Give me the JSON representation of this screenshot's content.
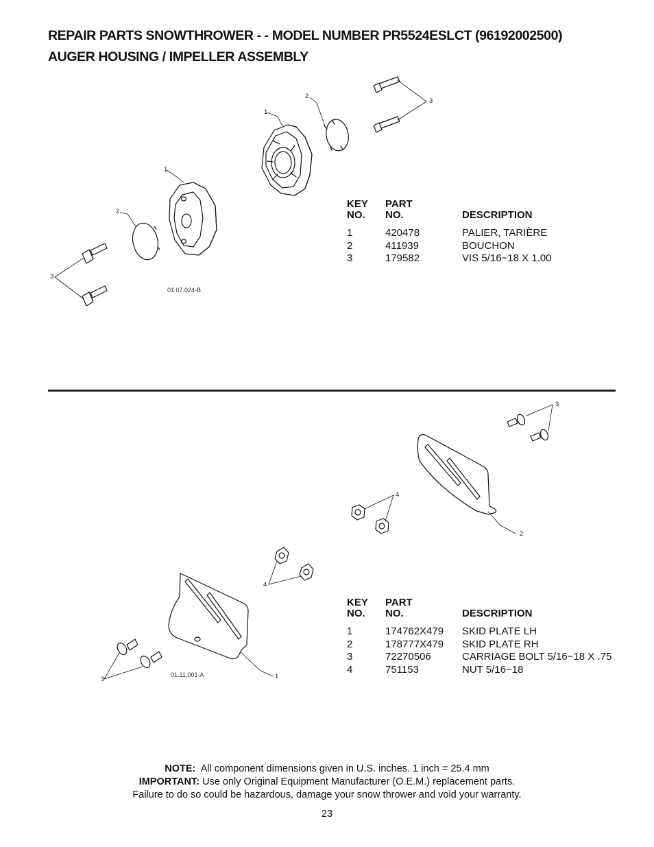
{
  "page": {
    "title_line1": "REPAIR PARTS SNOWTHROWER - - MODEL NUMBER PR5524ESLCT (96192002500)",
    "title_line2": "AUGER HOUSING / IMPELLER ASSEMBLY",
    "page_number": "23"
  },
  "section1": {
    "figure_ref": "01.07.024-B",
    "callouts": [
      "1",
      "2",
      "3",
      "1",
      "2",
      "3"
    ],
    "table": {
      "hdr_key_1": "KEY",
      "hdr_key_2": "NO.",
      "hdr_part_1": "PART",
      "hdr_part_2": "NO.",
      "hdr_desc": "DESCRIPTION",
      "rows": [
        {
          "key": "1",
          "part": "420478",
          "desc": "PALIER, TARIÈRE"
        },
        {
          "key": "2",
          "part": "411939",
          "desc": "BOUCHON"
        },
        {
          "key": "3",
          "part": "179582",
          "desc": "VIS 5/16−18 X 1.00"
        }
      ]
    }
  },
  "section2": {
    "figure_ref": "01.11.001-A",
    "callouts": [
      "3",
      "4",
      "2",
      "4",
      "3",
      "1"
    ],
    "table": {
      "hdr_key_1": "KEY",
      "hdr_key_2": "NO.",
      "hdr_part_1": "PART",
      "hdr_part_2": "NO.",
      "hdr_desc": "DESCRIPTION",
      "rows": [
        {
          "key": "1",
          "part": "174762X479",
          "desc": "SKID PLATE LH"
        },
        {
          "key": "2",
          "part": "178777X479",
          "desc": "SKID PLATE RH"
        },
        {
          "key": "3",
          "part": "72270506",
          "desc": "CARRIAGE BOLT 5/16−18 X .75"
        },
        {
          "key": "4",
          "part": "751153",
          "desc": "NUT 5/16−18"
        }
      ]
    }
  },
  "footer": {
    "note_label": "NOTE:",
    "note_text": "All component dimensions given in U.S. inches.    1 inch = 25.4 mm",
    "important_label": "IMPORTANT:",
    "important_text": "Use only Original Equipment Manufacturer (O.E.M.) replacement parts.",
    "warning_text": "Failure to do so could be hazardous, damage your snow thrower and void your warranty."
  }
}
